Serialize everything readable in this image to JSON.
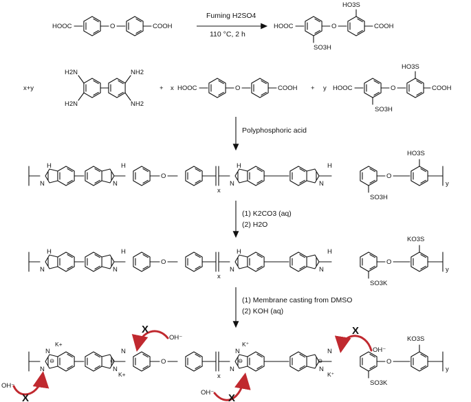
{
  "reactions": {
    "step1_conditions": {
      "line1": "Fuming H2SO4",
      "line2": "110 °C, 2 h"
    },
    "step2_conditions": {
      "line1": "Polyphosphoric acid"
    },
    "step3_conditions": {
      "line1": "(1) K2CO3 (aq)",
      "line2": "(2) H2O"
    },
    "step4_conditions": {
      "line1": "(1) Membrane casting from DMSO",
      "line2": "(2) KOH (aq)"
    }
  },
  "labels": {
    "cooh": "COOH",
    "hooc": "HOOC",
    "so3h": "SO3H",
    "ho3s": "HO3S",
    "so3k": "SO3K",
    "ko3s": "KO3S",
    "nh2": "NH2",
    "h2n": "H2N",
    "nh": "H",
    "n": "N",
    "o": "O",
    "coef_xy": "x+y",
    "coef_x": "x",
    "coef_y": "y",
    "plus": "+",
    "sub_x": "x",
    "sub_y": "y",
    "k_plus": "K+",
    "k_plus_sup": "K⁺",
    "oh_minus": "OH⁻",
    "anion": "⊖",
    "blocked": "X"
  }
}
